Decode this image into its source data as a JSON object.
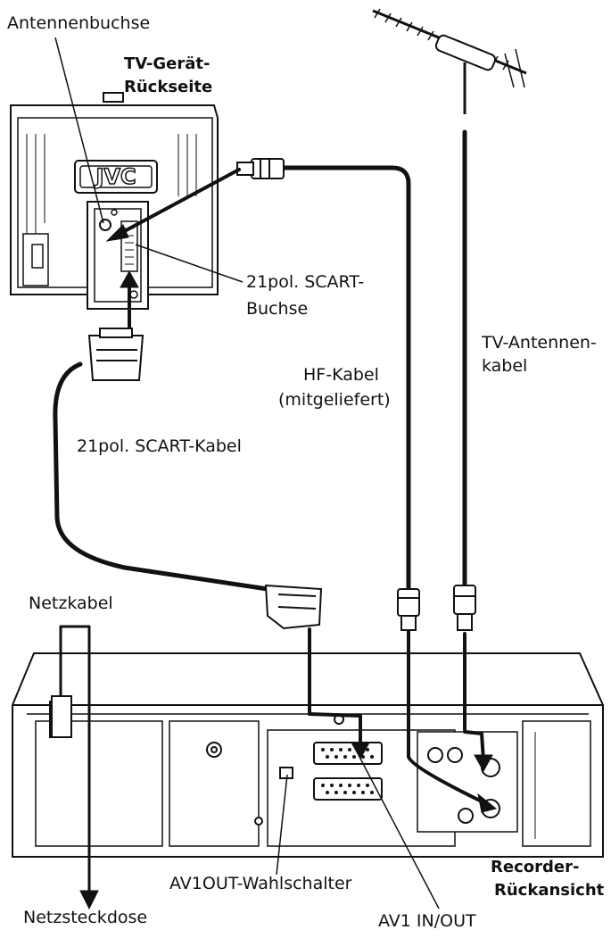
{
  "labels": {
    "antennenbuchse": "Antennenbuchse",
    "tv_rueckseite_1": "TV-Gerät-",
    "tv_rueckseite_2": "Rückseite",
    "scart_buchse_1": "21pol. SCART-",
    "scart_buchse_2": "Buchse",
    "tv_antennenkabel_1": "TV-Antennen-",
    "tv_antennenkabel_2": "kabel",
    "hf_kabel_1": "HF-Kabel",
    "hf_kabel_2": "(mitgeliefert)",
    "scart_kabel": "21pol. SCART-Kabel",
    "netzkabel": "Netzkabel",
    "av1out_wahlschalter": "AV1OUT-Wahlschalter",
    "recorder_1": "Recorder-",
    "recorder_2": "Rückansicht",
    "netzsteckdose": "Netzsteckdose",
    "av1_in_out": "AV1 IN/OUT"
  },
  "tv_brand": "JVC"
}
